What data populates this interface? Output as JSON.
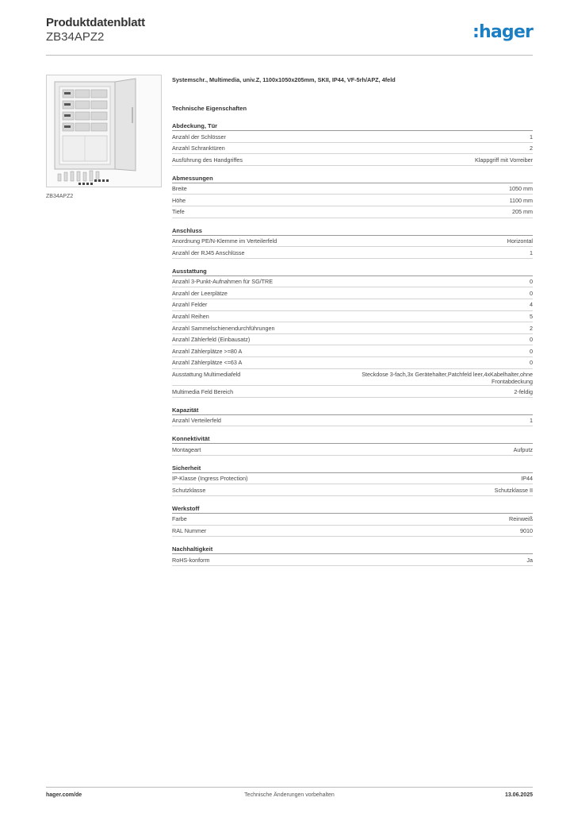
{
  "header": {
    "title": "Produktdatenblatt",
    "code": "ZB34APZ2",
    "logo": ":hager",
    "brand_color": "#1c7fc4"
  },
  "image": {
    "caption": "ZB34APZ2"
  },
  "product_description": "Systemschr., Multimedia, univ.Z, 1100x1050x205mm, SKII, IP44, VF-5rh/APZ, 4feld",
  "technical_title": "Technische Eigenschaften",
  "sections": [
    {
      "title": "Abdeckung, Tür",
      "rows": [
        {
          "label": "Anzahl der Schlösser",
          "value": "1"
        },
        {
          "label": "Anzahl Schranktüren",
          "value": "2"
        },
        {
          "label": "Ausführung des Handgriffes",
          "value": "Klappgriff mit Vorreiber"
        }
      ]
    },
    {
      "title": "Abmessungen",
      "rows": [
        {
          "label": "Breite",
          "value": "1050 mm"
        },
        {
          "label": "Höhe",
          "value": "1100 mm"
        },
        {
          "label": "Tiefe",
          "value": "205 mm"
        }
      ]
    },
    {
      "title": "Anschluss",
      "rows": [
        {
          "label": "Anordnung PE/N-Klemme im Verteilerfeld",
          "value": "Horizontal"
        },
        {
          "label": "Anzahl der RJ45 Anschlüsse",
          "value": "1"
        }
      ]
    },
    {
      "title": "Ausstattung",
      "rows": [
        {
          "label": "Anzahl 3-Punkt-Aufnahmen für SG/TRE",
          "value": "0"
        },
        {
          "label": "Anzahl der Leerplätze",
          "value": "0"
        },
        {
          "label": "Anzahl Felder",
          "value": "4"
        },
        {
          "label": "Anzahl Reihen",
          "value": "5"
        },
        {
          "label": "Anzahl Sammelschienendurchführungen",
          "value": "2"
        },
        {
          "label": "Anzahl Zählerfeld (Einbausatz)",
          "value": "0"
        },
        {
          "label": "Anzahl Zählerplätze >=80 A",
          "value": "0"
        },
        {
          "label": "Anzahl Zählerplätze <=63 A",
          "value": "0"
        },
        {
          "label": "Ausstattung Multimediafeld",
          "value": "Steckdose 3-fach,3x Gerätehalter,Patchfeld leer,4xKabelhalter,ohne Frontabdeckung"
        },
        {
          "label": "Multimedia Feld Bereich",
          "value": "2-feldig"
        }
      ]
    },
    {
      "title": "Kapazität",
      "rows": [
        {
          "label": "Anzahl Verteilerfeld",
          "value": "1"
        }
      ]
    },
    {
      "title": "Konnektivität",
      "rows": [
        {
          "label": "Montageart",
          "value": "Aufputz"
        }
      ]
    },
    {
      "title": "Sicherheit",
      "rows": [
        {
          "label": "IP-Klasse (Ingress Protection)",
          "value": "IP44"
        },
        {
          "label": "Schutzklasse",
          "value": "Schutzklasse II"
        }
      ]
    },
    {
      "title": "Werkstoff",
      "rows": [
        {
          "label": "Farbe",
          "value": "Reinweiß"
        },
        {
          "label": "RAL Nummer",
          "value": "9010"
        }
      ]
    },
    {
      "title": "Nachhaltigkeit",
      "rows": [
        {
          "label": "RoHS-konform",
          "value": "Ja"
        }
      ]
    }
  ],
  "footer": {
    "website": "hager.com/de",
    "note": "Technische Änderungen vorbehalten",
    "date": "13.06.2025"
  }
}
